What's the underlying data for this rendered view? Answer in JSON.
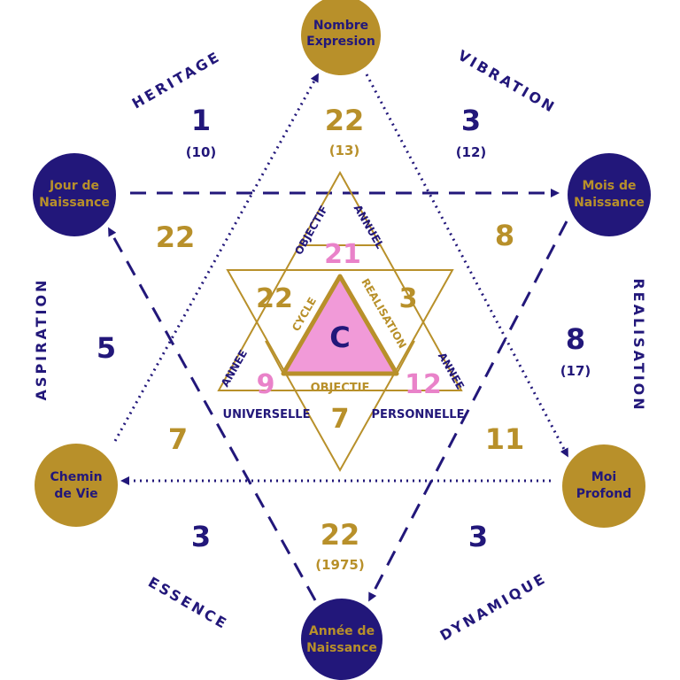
{
  "colors": {
    "navy": "#22177a",
    "gold": "#b8902a",
    "pink": "#f19ad8",
    "pink_text": "#e982c9",
    "white": "#ffffff"
  },
  "nodes": {
    "top": [
      "Nombre",
      "Expresion"
    ],
    "upper_left": [
      "Jour de",
      "Naissance"
    ],
    "upper_right": [
      "Mois de",
      "Naissance"
    ],
    "lower_left": [
      "Chemin",
      "de Vie"
    ],
    "lower_right": [
      "Moi",
      "Profond"
    ],
    "bottom": [
      "Année de",
      "Naissance"
    ]
  },
  "outer_labels": {
    "heritage": "HERITAGE",
    "vibration": "VIBRATION",
    "aspiration": "ASPIRATION",
    "realisation": "REALISATION",
    "essence": "ESSENCE",
    "dynamique": "DYNAMIQUE"
  },
  "outer_numbers": {
    "heritage": {
      "value": "1",
      "sub": "(10)"
    },
    "top": {
      "value": "22",
      "sub": "(13)"
    },
    "vibration": {
      "value": "3",
      "sub": "(12)"
    },
    "aspiration": {
      "value": "5"
    },
    "realisation": {
      "value": "8",
      "sub": "(17)"
    },
    "essence": {
      "value": "3"
    },
    "bottom": {
      "value": "22",
      "sub": "(1975)"
    },
    "dynamique": {
      "value": "3"
    }
  },
  "inner_numbers": {
    "left_upper": "22",
    "right_upper": "8",
    "left_lower": "7",
    "right_lower": "11"
  },
  "star": {
    "top_value": "21",
    "top_label_left": "OBJECTIF",
    "top_label_right": "ANNUEL",
    "left_value": "22",
    "left_label": "CYCLE",
    "right_value": "3",
    "right_label": "REALISATION",
    "center_letter": "C",
    "bottom_label": "OBJECTIF",
    "bottom_value": "7",
    "lower_left_value": "9",
    "lower_left_label_top": "ANNEE",
    "lower_left_label_bottom": "UNIVERSELLE",
    "lower_right_value": "12",
    "lower_right_label_top": "ANNEE",
    "lower_right_label_bottom": "PERSONNELLE"
  }
}
